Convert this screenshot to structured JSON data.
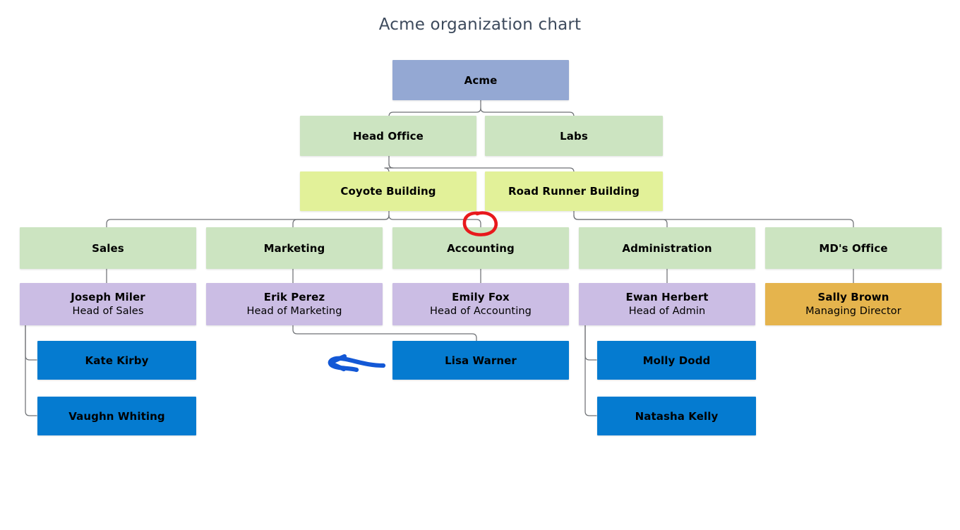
{
  "title": "Acme organization chart",
  "palette": {
    "background": "#ffffff",
    "title_color": "#3d4a5c",
    "root": "#94a8d3",
    "green": "#cce4c1",
    "yellow": "#e2f199",
    "purple": "#cbbde4",
    "orange": "#e5b44d",
    "blue": "#057bd0",
    "connector": "#6f7276",
    "ink_red": "#e8191c",
    "ink_blue": "#1358d6"
  },
  "nodes": {
    "root": {
      "label": "Acme"
    },
    "sites": [
      {
        "label": "Head Office"
      },
      {
        "label": "Labs"
      }
    ],
    "buildings": [
      {
        "label": "Coyote Building"
      },
      {
        "label": "Road Runner Building"
      }
    ],
    "departments": [
      {
        "label": "Sales"
      },
      {
        "label": "Marketing"
      },
      {
        "label": "Accounting"
      },
      {
        "label": "Administration"
      },
      {
        "label": "MD's Office"
      }
    ],
    "heads": [
      {
        "name": "Joseph Miler",
        "title": "Head of Sales"
      },
      {
        "name": "Erik Perez",
        "title": "Head of Marketing"
      },
      {
        "name": "Emily Fox",
        "title": "Head of Accounting"
      },
      {
        "name": "Ewan Herbert",
        "title": "Head of Admin"
      },
      {
        "name": "Sally Brown",
        "title": "Managing Director"
      }
    ],
    "staff": [
      {
        "name": "Kate Kirby"
      },
      {
        "name": "Vaughn Whiting"
      },
      {
        "name": "Lisa Warner"
      },
      {
        "name": "Molly Dodd"
      },
      {
        "name": "Natasha Kelly"
      }
    ]
  },
  "annotations": {
    "red_circle": {
      "shape": "ellipse-freehand",
      "target": "accounting-connector-junction"
    },
    "blue_arrow": {
      "shape": "arrow-freehand-left",
      "target": "lisa-warner-node"
    }
  }
}
